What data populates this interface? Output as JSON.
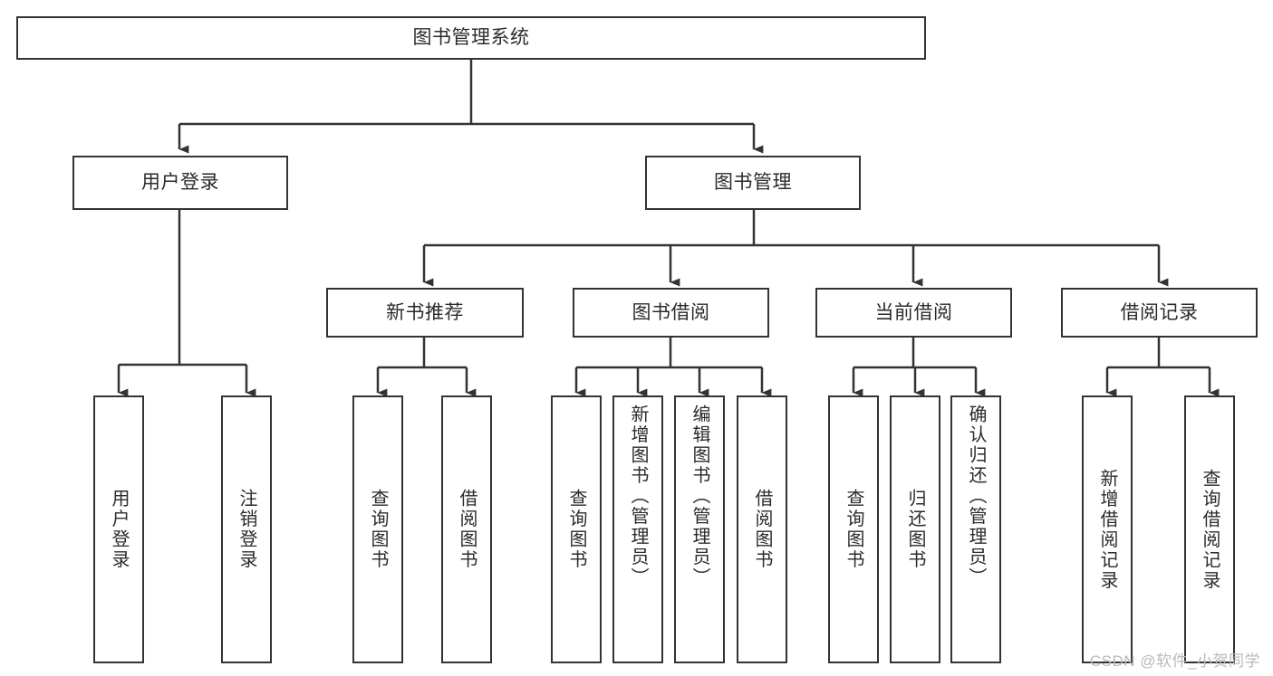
{
  "diagram": {
    "type": "tree-hierarchy-flowchart",
    "title": "图书管理系统",
    "watermark": "CSDN @软件_小贺同学",
    "style": {
      "background": "#ffffff",
      "box_fill": "#ffffff",
      "box_stroke": "#333333",
      "line_color": "#333333",
      "text_color": "#2b2b2b",
      "watermark_color": "#b9b9b9"
    },
    "nodes": {
      "root": {
        "id": "root",
        "label": "图书管理系统",
        "level": 1,
        "orientation": "horizontal"
      },
      "l2": [
        {
          "id": "user-login",
          "label": "用户登录",
          "level": 2,
          "orientation": "horizontal"
        },
        {
          "id": "book-manage",
          "label": "图书管理",
          "level": 2,
          "orientation": "horizontal"
        }
      ],
      "l3": [
        {
          "id": "new-book-recommend",
          "label": "新书推荐",
          "level": 3,
          "orientation": "horizontal",
          "parent": "book-manage"
        },
        {
          "id": "book-borrow",
          "label": "图书借阅",
          "level": 3,
          "orientation": "horizontal",
          "parent": "book-manage"
        },
        {
          "id": "current-borrow",
          "label": "当前借阅",
          "level": 3,
          "orientation": "horizontal",
          "parent": "book-manage"
        },
        {
          "id": "borrow-record",
          "label": "借阅记录",
          "level": 3,
          "orientation": "horizontal",
          "parent": "book-manage"
        }
      ],
      "leaves": [
        {
          "id": "leaf-user-login",
          "label": "用户登录",
          "parent": "user-login",
          "orientation": "vertical"
        },
        {
          "id": "leaf-user-logout",
          "label": "注销登录",
          "parent": "user-login",
          "orientation": "vertical"
        },
        {
          "id": "leaf-query-book-new",
          "label": "查询图书",
          "parent": "new-book-recommend",
          "orientation": "vertical"
        },
        {
          "id": "leaf-borrow-book-new",
          "label": "借阅图书",
          "parent": "new-book-recommend",
          "orientation": "vertical"
        },
        {
          "id": "leaf-query-book-borrow",
          "label": "查询图书",
          "parent": "book-borrow",
          "orientation": "vertical"
        },
        {
          "id": "leaf-add-book",
          "label": "新增图书（管理员）",
          "parent": "book-borrow",
          "orientation": "vertical"
        },
        {
          "id": "leaf-edit-book",
          "label": "编辑图书（管理员）",
          "parent": "book-borrow",
          "orientation": "vertical"
        },
        {
          "id": "leaf-borrow-book",
          "label": "借阅图书",
          "parent": "book-borrow",
          "orientation": "vertical"
        },
        {
          "id": "leaf-query-book-current",
          "label": "查询图书",
          "parent": "current-borrow",
          "orientation": "vertical"
        },
        {
          "id": "leaf-return-book",
          "label": "归还图书",
          "parent": "current-borrow",
          "orientation": "vertical"
        },
        {
          "id": "leaf-confirm-return",
          "label": "确认归还（管理员）",
          "parent": "current-borrow",
          "orientation": "vertical"
        },
        {
          "id": "leaf-add-record",
          "label": "新增借阅记录",
          "parent": "borrow-record",
          "orientation": "vertical"
        },
        {
          "id": "leaf-query-record",
          "label": "查询借阅记录",
          "parent": "borrow-record",
          "orientation": "vertical"
        }
      ]
    },
    "edges": [
      {
        "from": "root",
        "to": "user-login"
      },
      {
        "from": "root",
        "to": "book-manage"
      },
      {
        "from": "book-manage",
        "to": "new-book-recommend"
      },
      {
        "from": "book-manage",
        "to": "book-borrow"
      },
      {
        "from": "book-manage",
        "to": "current-borrow"
      },
      {
        "from": "book-manage",
        "to": "borrow-record"
      },
      {
        "from": "user-login",
        "to": "leaf-user-login"
      },
      {
        "from": "user-login",
        "to": "leaf-user-logout"
      },
      {
        "from": "new-book-recommend",
        "to": "leaf-query-book-new"
      },
      {
        "from": "new-book-recommend",
        "to": "leaf-borrow-book-new"
      },
      {
        "from": "book-borrow",
        "to": "leaf-query-book-borrow"
      },
      {
        "from": "book-borrow",
        "to": "leaf-add-book"
      },
      {
        "from": "book-borrow",
        "to": "leaf-edit-book"
      },
      {
        "from": "book-borrow",
        "to": "leaf-borrow-book"
      },
      {
        "from": "current-borrow",
        "to": "leaf-query-book-current"
      },
      {
        "from": "current-borrow",
        "to": "leaf-return-book"
      },
      {
        "from": "current-borrow",
        "to": "leaf-confirm-return"
      },
      {
        "from": "borrow-record",
        "to": "leaf-add-record"
      },
      {
        "from": "borrow-record",
        "to": "leaf-query-record"
      }
    ]
  }
}
